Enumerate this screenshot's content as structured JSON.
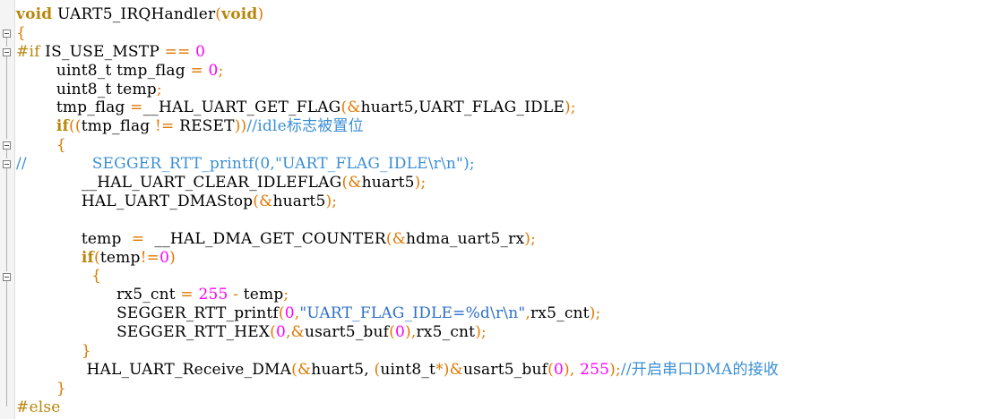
{
  "colors": {
    "keyword": "#b8860b",
    "number": "#ff00ff",
    "comment": "#3a8fd4",
    "string": "#2e6fc6",
    "operator": "#e07800",
    "text": "#000000",
    "background": "#ffffff"
  },
  "gutter": {
    "fold_icon": "fold-collapse-icon"
  },
  "code": {
    "lines": [
      [
        {
          "t": "kw",
          "v": "void"
        },
        {
          "t": "plain",
          "v": " UART5_IRQHandler"
        },
        {
          "t": "op",
          "v": "("
        },
        {
          "t": "kw",
          "v": "void"
        },
        {
          "t": "op",
          "v": ")"
        }
      ],
      [
        {
          "t": "op",
          "v": "{"
        }
      ],
      [
        {
          "t": "pp",
          "v": "#if"
        },
        {
          "t": "plain",
          "v": " IS_USE_MSTP "
        },
        {
          "t": "op",
          "v": "=="
        },
        {
          "t": "plain",
          "v": " "
        },
        {
          "t": "num",
          "v": "0"
        }
      ],
      [
        {
          "t": "plain",
          "v": "        uint8_t tmp_flag "
        },
        {
          "t": "op",
          "v": "="
        },
        {
          "t": "plain",
          "v": " "
        },
        {
          "t": "num",
          "v": "0"
        },
        {
          "t": "op",
          "v": ";"
        }
      ],
      [
        {
          "t": "plain",
          "v": "        uint8_t temp"
        },
        {
          "t": "op",
          "v": ";"
        }
      ],
      [
        {
          "t": "plain",
          "v": "        tmp_flag "
        },
        {
          "t": "op",
          "v": "="
        },
        {
          "t": "plain",
          "v": "__HAL_UART_GET_FLAG"
        },
        {
          "t": "op",
          "v": "(&"
        },
        {
          "t": "plain",
          "v": "huart5,UART_FLAG_IDLE"
        },
        {
          "t": "op",
          "v": ");"
        }
      ],
      [
        {
          "t": "plain",
          "v": "        "
        },
        {
          "t": "kw",
          "v": "if"
        },
        {
          "t": "op",
          "v": "(("
        },
        {
          "t": "plain",
          "v": "tmp_flag "
        },
        {
          "t": "op",
          "v": "!="
        },
        {
          "t": "plain",
          "v": " RESET"
        },
        {
          "t": "op",
          "v": "))"
        },
        {
          "t": "cmt",
          "v": "//idle标志被置位"
        }
      ],
      [
        {
          "t": "plain",
          "v": "        "
        },
        {
          "t": "op",
          "v": "{"
        }
      ],
      [
        {
          "t": "cmt",
          "v": "//             SEGGER_RTT_printf(0,\"UART_FLAG_IDLE\\r\\n\");"
        }
      ],
      [
        {
          "t": "plain",
          "v": "             __HAL_UART_CLEAR_IDLEFLAG"
        },
        {
          "t": "op",
          "v": "(&"
        },
        {
          "t": "plain",
          "v": "huart5"
        },
        {
          "t": "op",
          "v": ");"
        }
      ],
      [
        {
          "t": "plain",
          "v": "             HAL_UART_DMAStop"
        },
        {
          "t": "op",
          "v": "(&"
        },
        {
          "t": "plain",
          "v": "huart5"
        },
        {
          "t": "op",
          "v": ");"
        }
      ],
      [
        {
          "t": "plain",
          "v": ""
        }
      ],
      [
        {
          "t": "plain",
          "v": "             temp  "
        },
        {
          "t": "op",
          "v": "="
        },
        {
          "t": "plain",
          "v": "  __HAL_DMA_GET_COUNTER"
        },
        {
          "t": "op",
          "v": "(&"
        },
        {
          "t": "plain",
          "v": "hdma_uart5_rx"
        },
        {
          "t": "op",
          "v": ");"
        }
      ],
      [
        {
          "t": "plain",
          "v": "             "
        },
        {
          "t": "kw",
          "v": "if"
        },
        {
          "t": "op",
          "v": "("
        },
        {
          "t": "plain",
          "v": "temp"
        },
        {
          "t": "op",
          "v": "!="
        },
        {
          "t": "num",
          "v": "0"
        },
        {
          "t": "op",
          "v": ")"
        }
      ],
      [
        {
          "t": "plain",
          "v": "               "
        },
        {
          "t": "op",
          "v": "{"
        }
      ],
      [
        {
          "t": "plain",
          "v": "                    rx5_cnt "
        },
        {
          "t": "op",
          "v": "="
        },
        {
          "t": "plain",
          "v": " "
        },
        {
          "t": "num",
          "v": "255"
        },
        {
          "t": "plain",
          "v": " "
        },
        {
          "t": "op",
          "v": "-"
        },
        {
          "t": "plain",
          "v": " temp"
        },
        {
          "t": "op",
          "v": ";"
        }
      ],
      [
        {
          "t": "plain",
          "v": "                    SEGGER_RTT_printf"
        },
        {
          "t": "op",
          "v": "("
        },
        {
          "t": "num",
          "v": "0"
        },
        {
          "t": "op",
          "v": ","
        },
        {
          "t": "str",
          "v": "\"UART_FLAG_IDLE=%d\\r\\n\""
        },
        {
          "t": "op",
          "v": ","
        },
        {
          "t": "plain",
          "v": "rx5_cnt"
        },
        {
          "t": "op",
          "v": ");"
        }
      ],
      [
        {
          "t": "plain",
          "v": "                    SEGGER_RTT_HEX"
        },
        {
          "t": "op",
          "v": "("
        },
        {
          "t": "num",
          "v": "0"
        },
        {
          "t": "op",
          "v": ",&"
        },
        {
          "t": "plain",
          "v": "usart5_buf"
        },
        {
          "t": "op",
          "v": "("
        },
        {
          "t": "num",
          "v": "0"
        },
        {
          "t": "op",
          "v": "),"
        },
        {
          "t": "plain",
          "v": "rx5_cnt"
        },
        {
          "t": "op",
          "v": ");"
        }
      ],
      [
        {
          "t": "plain",
          "v": "             "
        },
        {
          "t": "op",
          "v": "}"
        }
      ],
      [
        {
          "t": "plain",
          "v": "              HAL_UART_Receive_DMA"
        },
        {
          "t": "op",
          "v": "(&"
        },
        {
          "t": "plain",
          "v": "huart5, "
        },
        {
          "t": "op",
          "v": "("
        },
        {
          "t": "plain",
          "v": "uint8_t"
        },
        {
          "t": "op",
          "v": "*)&"
        },
        {
          "t": "plain",
          "v": "usart5_buf"
        },
        {
          "t": "op",
          "v": "("
        },
        {
          "t": "num",
          "v": "0"
        },
        {
          "t": "op",
          "v": "), "
        },
        {
          "t": "num",
          "v": "255"
        },
        {
          "t": "op",
          "v": ");"
        },
        {
          "t": "cmt",
          "v": "//开启串口DMA的接收"
        }
      ],
      [
        {
          "t": "plain",
          "v": "        "
        },
        {
          "t": "op",
          "v": "}"
        }
      ],
      [
        {
          "t": "pp",
          "v": "#else"
        }
      ]
    ]
  }
}
